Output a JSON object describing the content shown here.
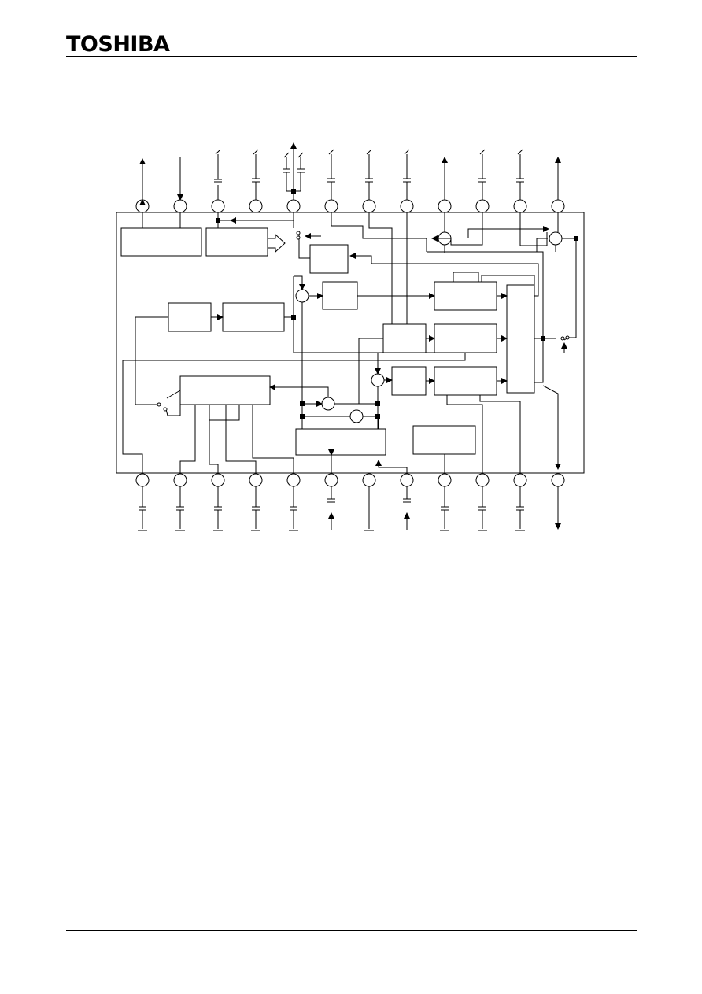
{
  "header": {
    "brand": "TOSHIBA"
  },
  "diagram": {
    "type": "block-diagram",
    "top_pin_count": 12,
    "bottom_pin_count": 12,
    "internal_blocks": 15,
    "switches": 3,
    "line_color": "#000000"
  }
}
